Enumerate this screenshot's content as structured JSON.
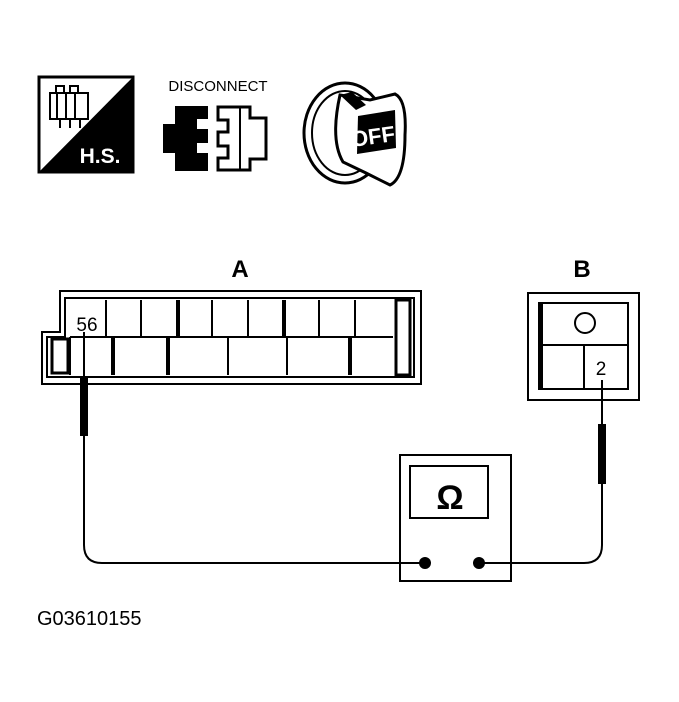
{
  "icons": {
    "hs_label": "H.S.",
    "disconnect_label": "DISCONNECT",
    "off_label": "OFF"
  },
  "connector_a": {
    "label": "A",
    "terminal": "56"
  },
  "connector_b": {
    "label": "B",
    "terminal": "2"
  },
  "meter": {
    "symbol": "Ω"
  },
  "figure_id": "G03610155"
}
